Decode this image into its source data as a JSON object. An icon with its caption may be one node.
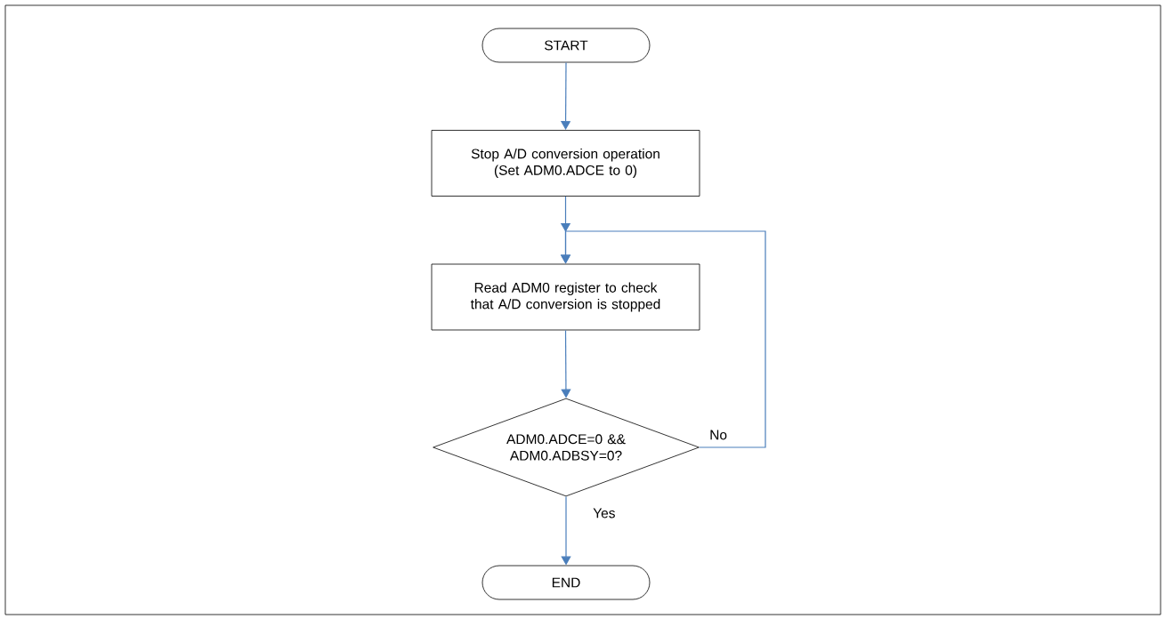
{
  "diagram": {
    "nodes": [
      {
        "text": [
          "START"
        ]
      },
      {
        "text": [
          "Stop A/D conversion operation (Set ADM0.ADCE to 0)"
        ]
      },
      {
        "text": [
          "Read ADM0 register to check that A/D conversion is stopped"
        ]
      },
      {
        "text": [
          "ADM0.ADCE=0 && ADM0.ADBSY=0?"
        ]
      },
      {
        "text": [
          "END"
        ]
      }
    ],
    "edges": [
      {
        "from": 0,
        "to": 1,
        "arrow": "to"
      },
      {
        "from": 1,
        "to": 2,
        "arrow": "to"
      },
      {
        "from": 2,
        "to": 3,
        "arrow": "to"
      },
      {
        "from": 3,
        "to": 2,
        "arrow": "to",
        "label": "No"
      },
      {
        "from": 3,
        "to": 4,
        "arrow": "to",
        "label": "Yes"
      }
    ]
  }
}
